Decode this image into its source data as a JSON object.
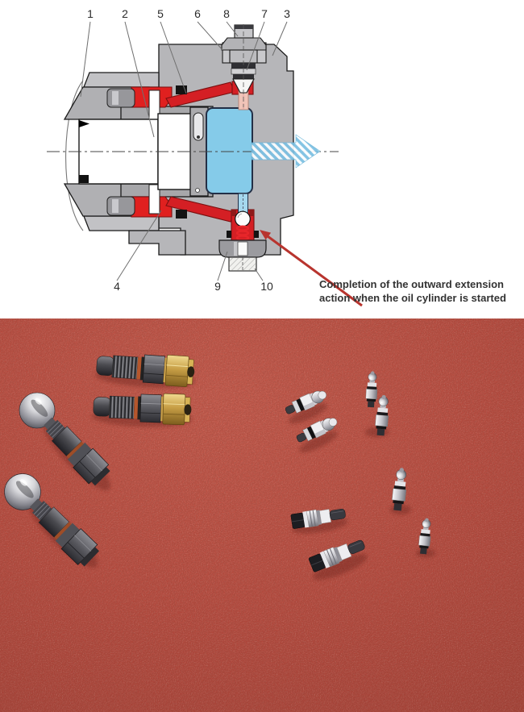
{
  "diagram": {
    "callouts": [
      "1",
      "2",
      "5",
      "6",
      "8",
      "7",
      "3",
      "4",
      "9",
      "10"
    ],
    "annotation": {
      "line1": "Completion of the outward extension",
      "line2": "action when the oil cylinder is started"
    },
    "colors": {
      "pressure_oil_red": "#e0201f",
      "passage_outline_red": "#7a1010",
      "chamber_blue": "#85cbe9",
      "flow_arrow_blue": "#7cc0e2",
      "housing_gray": "#b6b6b9",
      "outline": "#1b1b1b",
      "annotation_arrow_red": "#b8342e"
    }
  },
  "photo": {
    "background": "red-carpet",
    "carpet_color": "#b8473b",
    "items": [
      "pilot-valve-brass-nut-1",
      "pilot-valve-brass-nut-2",
      "ball-head-relief-valve-1",
      "ball-head-relief-valve-2",
      "small-chrome-check-valve-1",
      "small-chrome-check-valve-2",
      "ball-top-mini-valve-rear",
      "ball-top-mini-valve-front",
      "ball-top-mini-valve-mid",
      "ball-top-mini-valve-low",
      "black-hex-check-valve-1",
      "black-hex-check-valve-2"
    ]
  }
}
